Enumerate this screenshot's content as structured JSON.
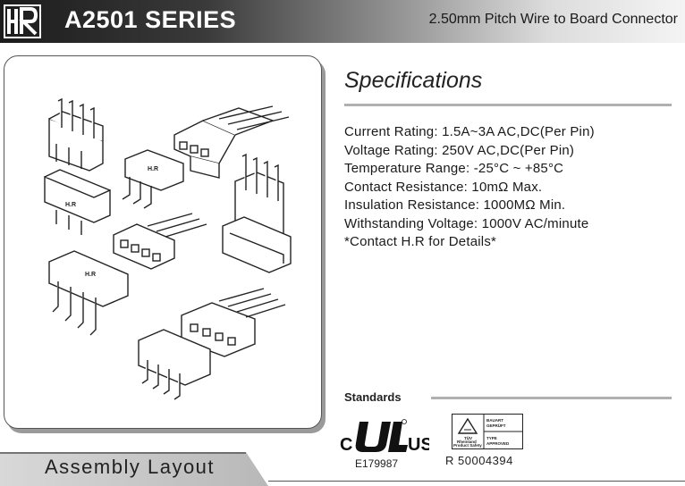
{
  "header": {
    "logo_icon": "hr-logo-icon",
    "title": "A2501 SERIES",
    "subtitle": "2.50mm Pitch Wire to Board Connector"
  },
  "product_image": {
    "icon": "connector-product-illustration"
  },
  "specifications": {
    "title": "Specifications",
    "items": [
      "Current Rating: 1.5A~3A AC,DC(Per Pin)",
      "Voltage Rating: 250V AC,DC(Per Pin)",
      "Temperature Range: -25°C ~ +85°C",
      "Contact Resistance: 10mΩ Max.",
      "Insulation Resistance: 1000MΩ Min.",
      "Withstanding Voltage: 1000V AC/minute",
      "*Contact H.R for Details*"
    ]
  },
  "standards": {
    "label": "Standards",
    "ul": {
      "icon": "ul-recognized-icon",
      "number": "E179987"
    },
    "tuv": {
      "icon": "tuv-bauart-icon",
      "number": "R  50004394"
    }
  },
  "assembly": {
    "title": "Assembly Layout"
  },
  "colors": {
    "header_dark": "#1c1c1c",
    "rule_gray": "#b0b0b0",
    "text": "#1a1a1a"
  }
}
